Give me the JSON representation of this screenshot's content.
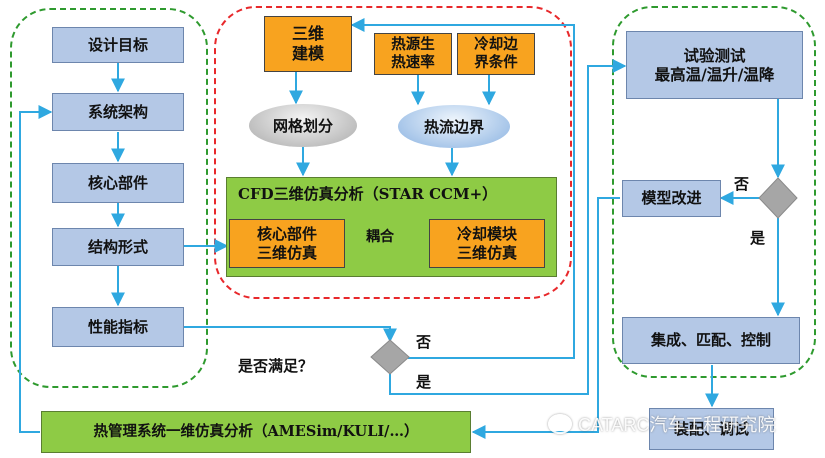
{
  "left_column": [
    "设计目标",
    "系统架构",
    "核心部件",
    "结构形式",
    "性能指标"
  ],
  "cfd_section": {
    "modeling": "三维\n建模",
    "heat_source": "热源生\n热速率",
    "cooling_boundary": "冷却边\n界条件",
    "mesh": "网格划分",
    "heat_flow": "热流边界",
    "title": "CFD三维仿真分析（STAR CCM+）",
    "core_sim": "核心部件\n三维仿真",
    "coupling": "耦合",
    "cooling_sim": "冷却模块\n三维仿真"
  },
  "right_section": {
    "test": "试验测试\n最高温/温升/温降",
    "model_improve": "模型改进",
    "no": "否",
    "yes": "是",
    "integration": "集成、匹配、控制",
    "assembly": "装配、调试"
  },
  "middle": {
    "question": "是否满足？",
    "no": "否",
    "yes": "是"
  },
  "bottom_analysis": "热管理系统一维仿真分析（AMESim/KULI/…）",
  "watermark": "CATARC汽车工程研究院",
  "colors": {
    "arrow": "#2fa8e0",
    "blue_box": "#b4c8e6",
    "orange_box": "#f8a31f",
    "green_box": "#8ecb45",
    "region_green": "#2e9a2e",
    "region_red": "#e8282b"
  }
}
